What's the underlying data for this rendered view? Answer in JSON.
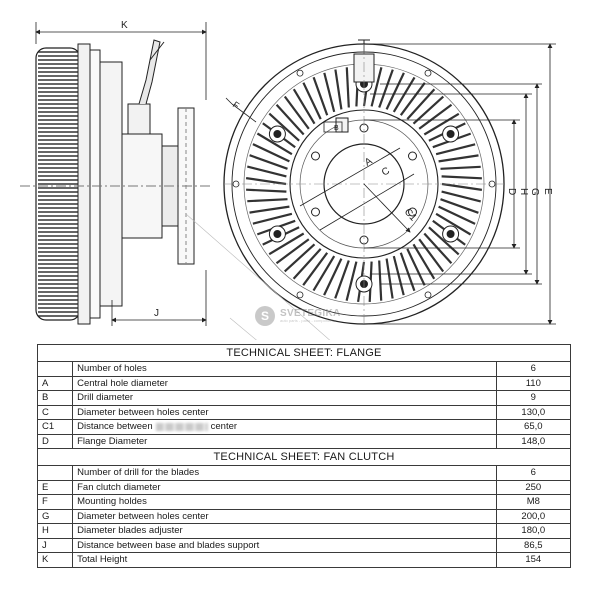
{
  "dimension_labels": {
    "A": "A",
    "B": "B",
    "C": "C",
    "C1": "C1",
    "D": "D",
    "E": "E",
    "F": "F",
    "G": "G",
    "H": "H",
    "J": "J",
    "K": "K"
  },
  "watermark": {
    "logo": "S",
    "name": "SVETEGIKA",
    "tagline": "auto parts - parts - components"
  },
  "flange_sheet": {
    "title": "TECHNICAL SHEET: FLANGE",
    "rows": [
      {
        "code": "",
        "desc": "Number of holes",
        "value": "6"
      },
      {
        "code": "A",
        "desc": "Central hole diameter",
        "value": "110"
      },
      {
        "code": "B",
        "desc": "Drill diameter",
        "value": "9"
      },
      {
        "code": "C",
        "desc": "Diameter between holes center",
        "value": "130,0"
      },
      {
        "code": "C1",
        "desc_start": "Distance between",
        "desc_end": "center",
        "value": "65,0"
      },
      {
        "code": "D",
        "desc": "Flange Diameter",
        "value": "148,0"
      }
    ]
  },
  "clutch_sheet": {
    "title": "TECHNICAL SHEET: FAN CLUTCH",
    "rows": [
      {
        "code": "",
        "desc": "Number of drill for the blades",
        "value": "6"
      },
      {
        "code": "E",
        "desc": "Fan clutch diameter",
        "value": "250"
      },
      {
        "code": "F",
        "desc": "Mounting holdes",
        "value": "M8"
      },
      {
        "code": "G",
        "desc": "Diameter between holes center",
        "value": "200,0"
      },
      {
        "code": "H",
        "desc": "Diameter blades adjuster",
        "value": "180,0"
      },
      {
        "code": "J",
        "desc": "Distance between base and blades support",
        "value": "86,5"
      },
      {
        "code": "K",
        "desc": "Total Height",
        "value": "154"
      }
    ]
  }
}
